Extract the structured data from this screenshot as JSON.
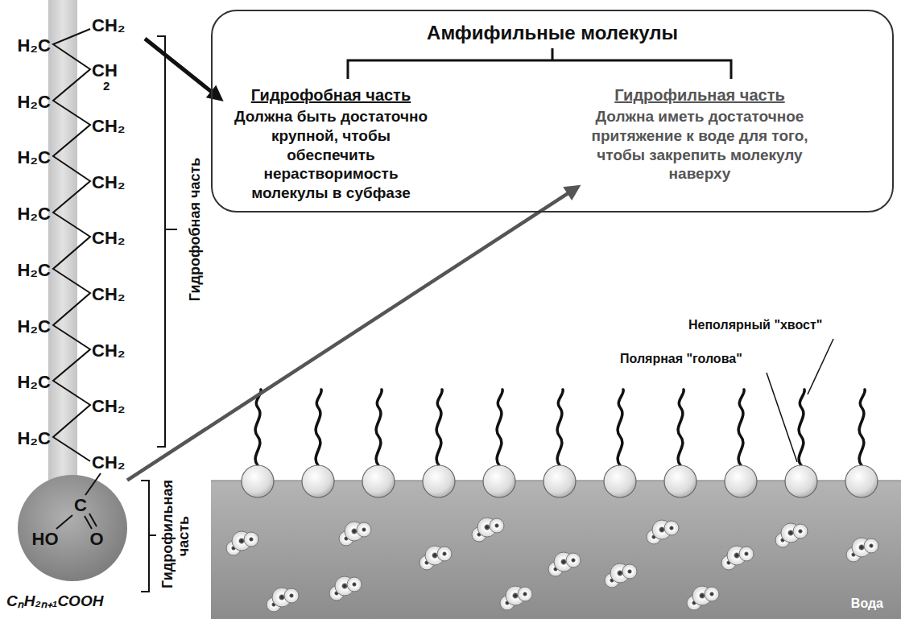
{
  "diagram": {
    "nodes": [
      {
        "text": [
          "CH₂",
          "H₂C",
          "CH",
          "2",
          "H₂C",
          "CH₂",
          "H₂C",
          "CH₂",
          "H₂C",
          "CH₂",
          "H₂C",
          "CH₂",
          "H₂C",
          "CH₂",
          "H₂C",
          "CH₂",
          "H₂C",
          "CH₂"
        ]
      },
      {
        "text": [
          "C",
          "HO",
          "O"
        ]
      },
      {
        "text": [
          "Амфифильные молекулы"
        ]
      },
      {
        "text": [
          "Гидрофобная часть",
          "Должна быть достаточно крупной, чтобы обеспечить нерастворимость молекулы в субфазе"
        ],
        "in": 2
      },
      {
        "text": [
          "Гидрофильная часть",
          "Должна иметь достаточное притяжение к воде для того, чтобы закрепить молекулу наверху"
        ],
        "in": 2
      },
      {
        "text": [
          "Вода"
        ]
      }
    ],
    "edges": [
      {
        "from": 0,
        "to": 3,
        "arrow": "to"
      },
      {
        "from": 1,
        "to": 4,
        "arrow": "to"
      }
    ],
    "labels": [
      "Гидрофобная часть",
      "Гидрофильная часть",
      "CₙH₂ₙ₊₁COOH",
      "Неполярный \"хвост\"",
      "Полярная \"голова\""
    ]
  }
}
